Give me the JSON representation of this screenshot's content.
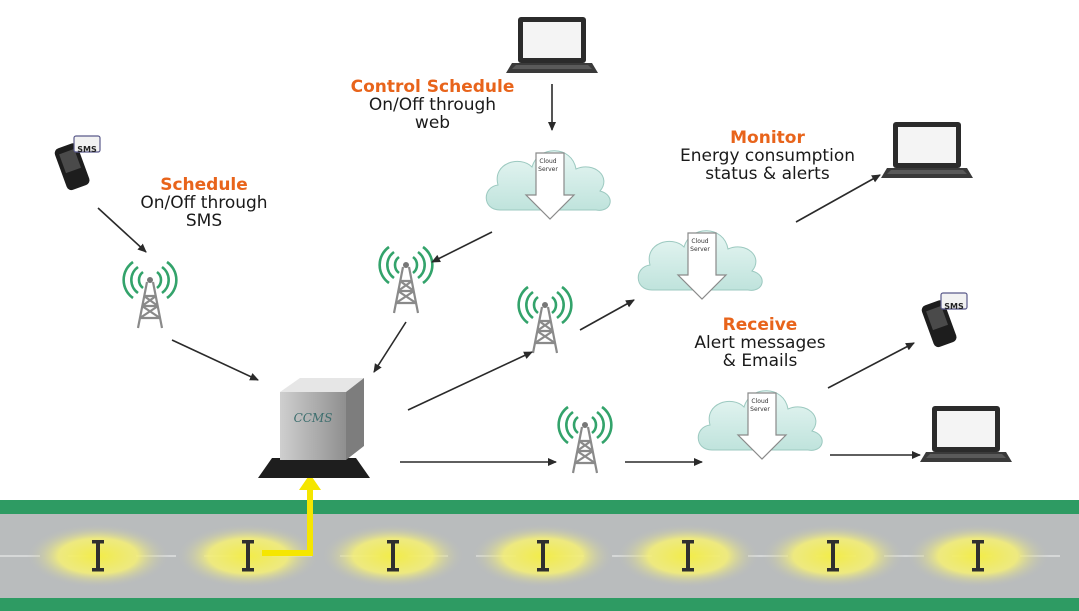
{
  "colors": {
    "accent": "#e8641b",
    "road_green": "#2e9b63",
    "road_grey": "#b9bcbd",
    "light_glow": "#f2ec48",
    "cloud": "#d8efeb",
    "signal": "#33a36b",
    "feed_arrow": "#f5e600"
  },
  "labels": {
    "schedule": {
      "heading": "Schedule",
      "line1": "On/Off through",
      "line2": "SMS"
    },
    "control": {
      "heading": "Control Schedule",
      "line1": "On/Off through",
      "line2": "web"
    },
    "monitor": {
      "heading": "Monitor",
      "line1": "Energy consumption",
      "line2": "status & alerts"
    },
    "receive": {
      "heading": "Receive",
      "line1": "Alert messages",
      "line2": "& Emails"
    }
  },
  "icon_text": {
    "sms": "SMS",
    "ccms": "CCMS",
    "cloud_line1": "Cloud",
    "cloud_line2": "Server"
  },
  "icons": [
    "phone-icon",
    "laptop-icon",
    "cloud-server-icon",
    "tower-icon",
    "ccms-box-icon",
    "streetlight-icon"
  ]
}
